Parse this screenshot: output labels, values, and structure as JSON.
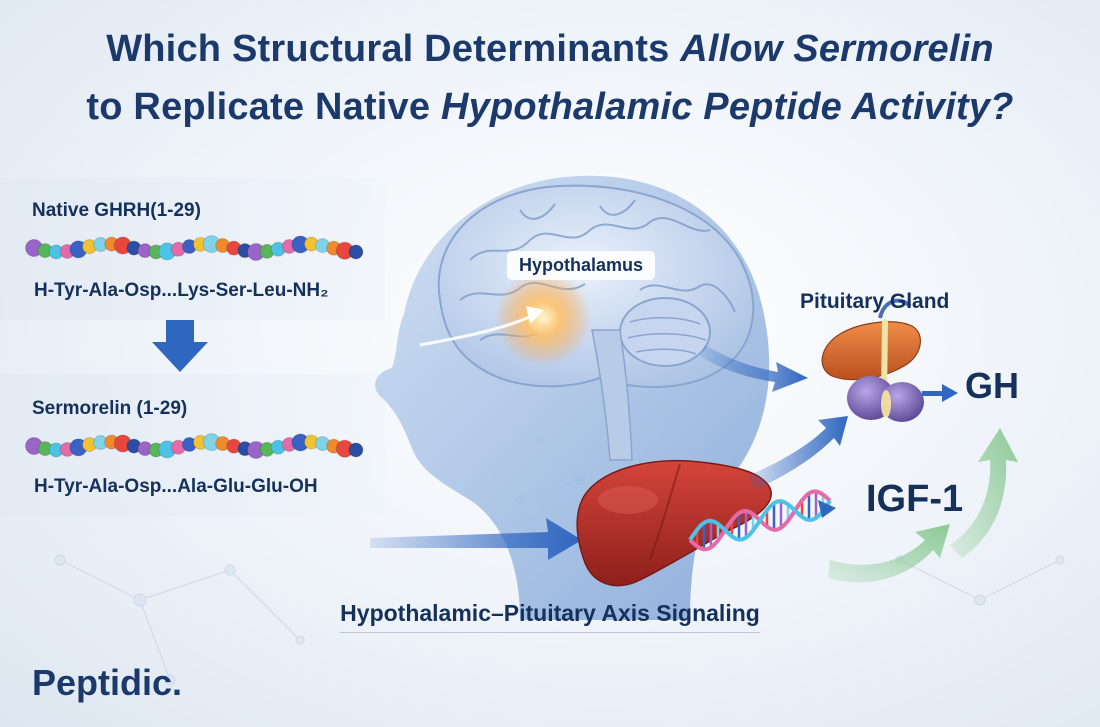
{
  "title": {
    "line1_a": "Which Structural Determinants ",
    "line1_b": "Allow Sermorelin",
    "line2_a": "to Replicate Native ",
    "line2_b": "Hypothalamic Peptide Activity?"
  },
  "native": {
    "label": "Native GHRH(1-29)",
    "sequence": "H-Tyr-Ala-Osp...Lys-Ser-Leu-NH₂"
  },
  "sermorelin": {
    "label": "Sermorelin (1-29)",
    "sequence": "H-Tyr-Ala-Osp...Ala-Glu-Glu-OH"
  },
  "labels": {
    "hypothalamus": "Hypothalamus",
    "pituitary": "Pituitary Gland",
    "gh": "GH",
    "igf1": "IGF-1",
    "axis": "Hypothalamic–Pituitary Axis Signaling"
  },
  "brand": "Peptidic.",
  "colors": {
    "navy": "#15305a",
    "arrow_blue": "#2f66c0",
    "arrow_green": "#8dca96",
    "liver": "#b8312a",
    "pituitary_purple": "#6e5aa8",
    "pituitary_orange": "#d96a2c"
  },
  "icons": [
    "brain-icon",
    "liver-icon",
    "pituitary-icon",
    "dna-helix-icon",
    "down-arrow-icon"
  ]
}
